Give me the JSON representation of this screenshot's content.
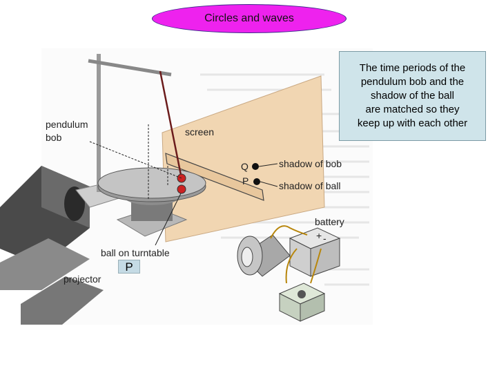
{
  "title": "Circles and waves",
  "note_lines": [
    "The time periods of the",
    "pendulum bob and the",
    "shadow of the ball",
    "are matched so they",
    "keep up with each other"
  ],
  "labels": {
    "pendulum": "pendulum",
    "bob": "bob",
    "screen": "screen",
    "q": "Q",
    "p": "P",
    "shadow_of_bob": "shadow of bob",
    "shadow_of_ball": "shadow of ball",
    "battery": "battery",
    "battery_plus": "+",
    "battery_minus": "-",
    "ball_on_turntable": "ball on turntable",
    "projector": "projector"
  },
  "marker_p": "P",
  "colors": {
    "pill": "#ee22ee",
    "note_bg": "#cfe4ea",
    "screen": "#f1d6b2",
    "ball": "#cc2222",
    "pendulum_string": "#6b1b1b"
  }
}
